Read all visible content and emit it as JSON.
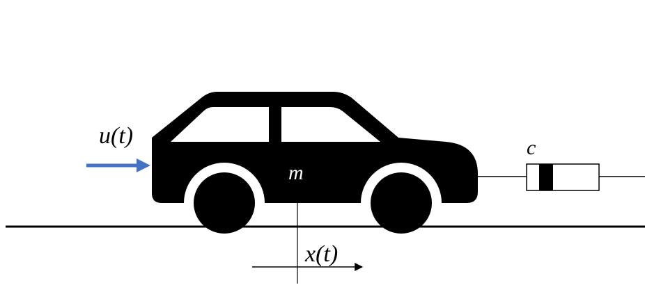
{
  "labels": {
    "input_force": "u(t)",
    "mass": "m",
    "damper": "c",
    "displacement": "x(t)"
  },
  "colors": {
    "background": "#ffffff",
    "car_body": "#000000",
    "car_windows": "#ffffff",
    "input_arrow": "#4472c4",
    "lines": "#000000",
    "mass_label": "#ffffff"
  }
}
